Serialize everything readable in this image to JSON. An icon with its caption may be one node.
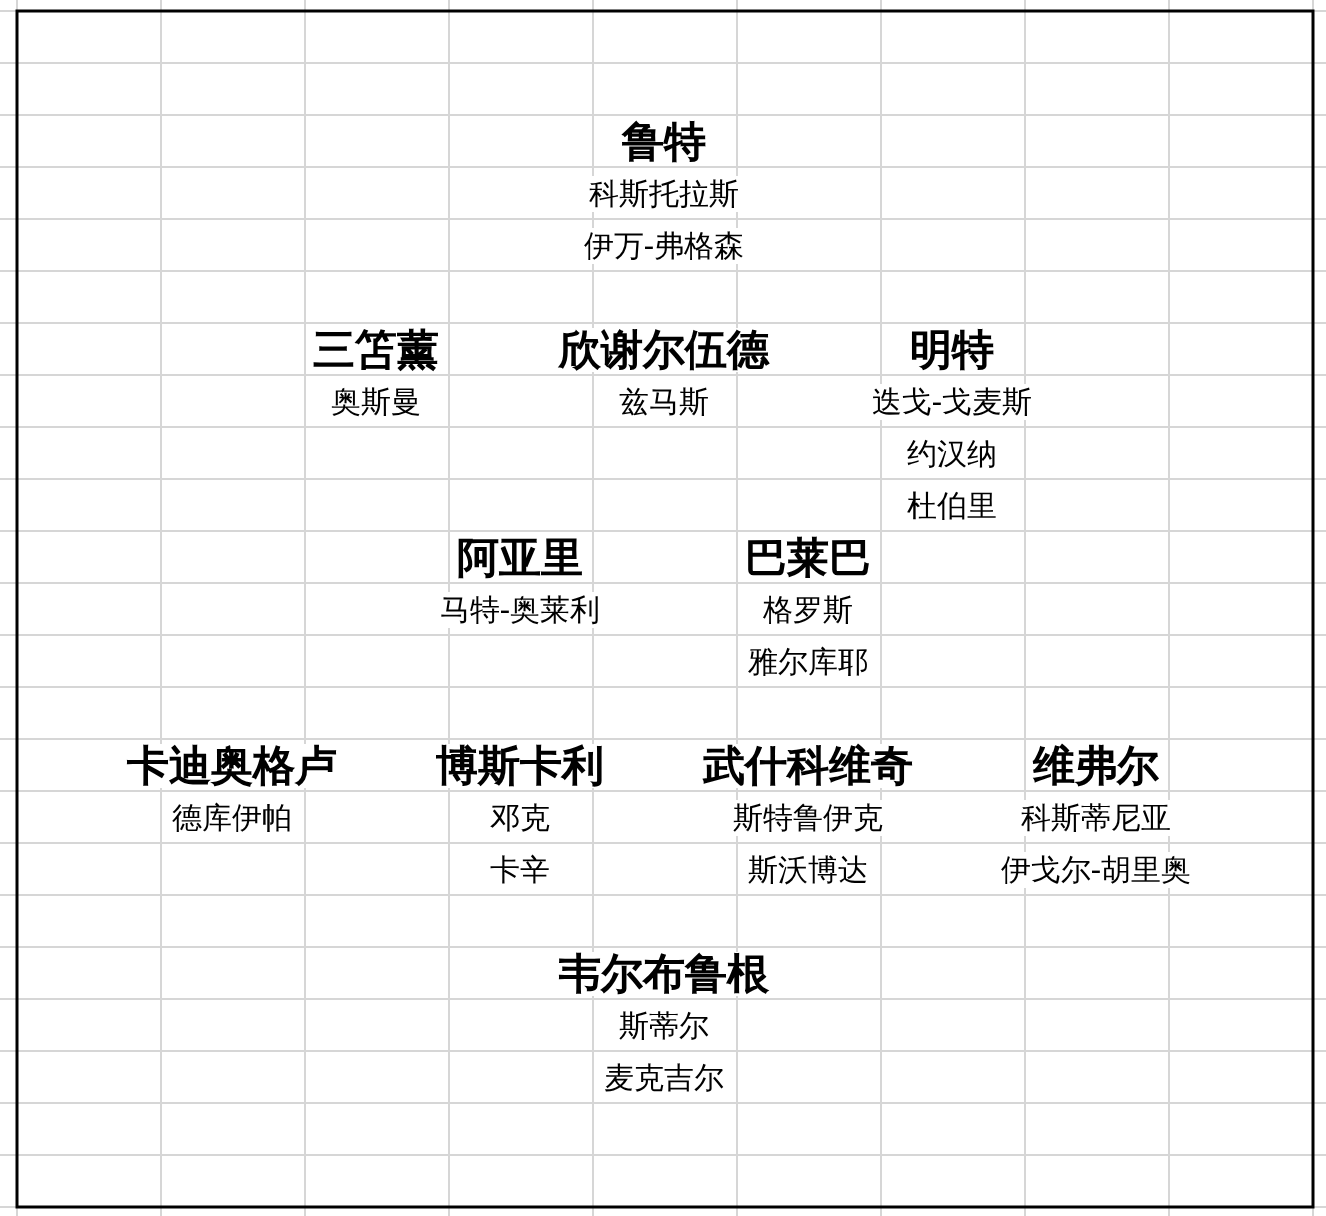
{
  "diagram": {
    "labels": [
      "鲁特",
      "科斯托拉斯",
      "伊万-弗格森",
      "三笘薰",
      "欣谢尔伍德",
      "明特",
      "奥斯曼",
      "兹马斯",
      "迭戈-戈麦斯",
      "约汉纳",
      "杜伯里",
      "阿亚里",
      "巴莱巴",
      "马特-奥莱利",
      "格罗斯",
      "雅尔库耶",
      "卡迪奥格卢",
      "博斯卡利",
      "武什科维奇",
      "维弗尔",
      "德库伊帕",
      "邓克",
      "斯特鲁伊克",
      "科斯蒂尼亚",
      "卡辛",
      "斯沃博达",
      "伊戈尔-胡里奥",
      "韦尔布鲁根",
      "斯蒂尔",
      "麦克吉尔"
    ]
  }
}
